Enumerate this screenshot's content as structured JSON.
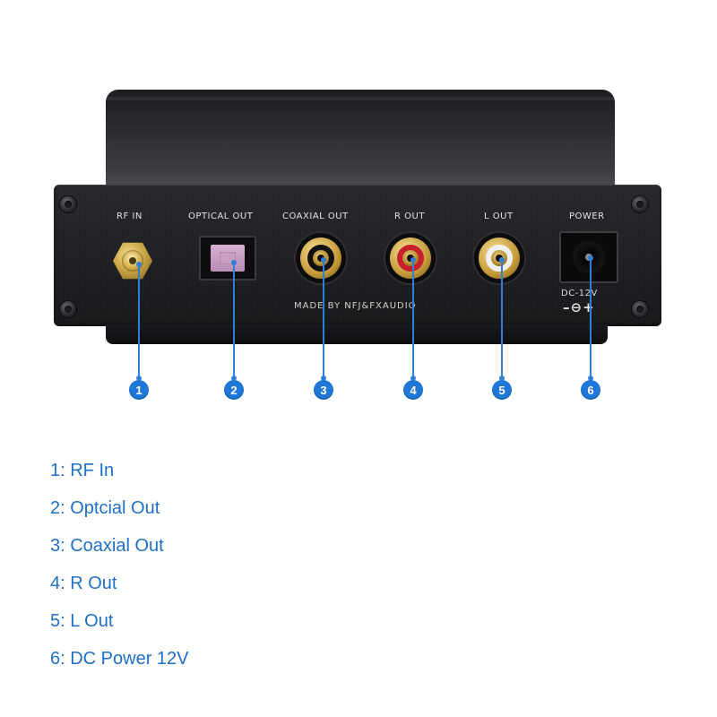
{
  "device": {
    "labels": {
      "rf_in": "RF   IN",
      "optical_out": "OPTICAL OUT",
      "coaxial_out": "COAXIAL OUT",
      "r_out": "R  OUT",
      "l_out": "L OUT",
      "power": "POWER"
    },
    "maker_text": "MADE BY  NFJ&FXAUDIO",
    "dc_text": "DC-12V",
    "polarity_text": "–⊖+",
    "colors": {
      "optical_cap": "#c9a0c5",
      "r_out_ring": "#c8202a",
      "l_out_ring": "#f1f1f1",
      "coaxial_ring": "#111111"
    }
  },
  "callouts": [
    "1",
    "2",
    "3",
    "4",
    "5",
    "6"
  ],
  "legend": [
    {
      "number": "1",
      "text": "1: RF In"
    },
    {
      "number": "2",
      "text": "2: Optcial Out"
    },
    {
      "number": "3",
      "text": "3: Coaxial Out"
    },
    {
      "number": "4",
      "text": "4: R Out"
    },
    {
      "number": "5",
      "text": "5: L Out"
    },
    {
      "number": "6",
      "text": "6: DC Power 12V"
    }
  ],
  "theme": {
    "accent": "#1f78d8",
    "legend_text": "#1e6fc8"
  }
}
